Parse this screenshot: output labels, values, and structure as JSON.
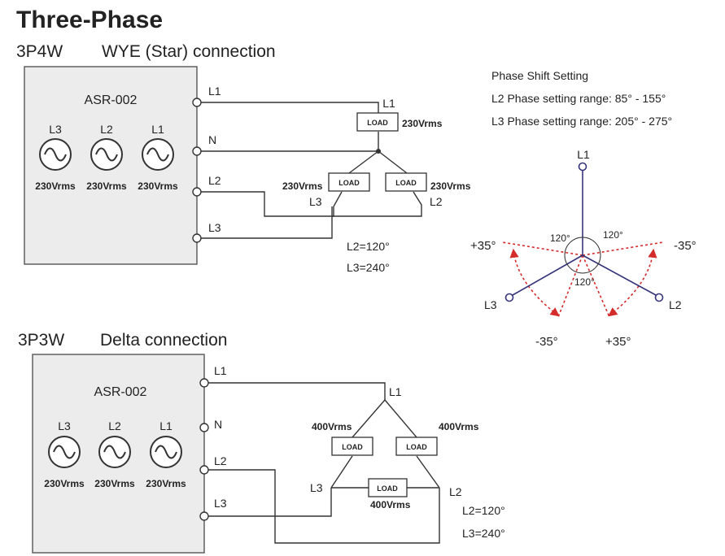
{
  "title": "Three-Phase",
  "wye": {
    "heading_code": "3P4W",
    "heading_text": "WYE (Star) connection",
    "model": "ASR-002",
    "sources": [
      {
        "label": "L3",
        "voltage": "230Vrms"
      },
      {
        "label": "L2",
        "voltage": "230Vrms"
      },
      {
        "label": "L1",
        "voltage": "230Vrms"
      }
    ],
    "terminals": [
      "L1",
      "N",
      "L2",
      "L3"
    ],
    "load_label": "LOAD",
    "load_l1_line": "L1",
    "load_l1_voltage": "230Vrms",
    "load_l3_voltage": "230Vrms",
    "load_l2_voltage": "230Vrms",
    "load_l3_line": "L3",
    "load_l2_line": "L2",
    "phase_note_1": "L2=120°",
    "phase_note_2": "L3=240°"
  },
  "phase_shift": {
    "title": "Phase Shift Setting",
    "line_1": "L2 Phase setting range: 85° - 155°",
    "line_2": "L3 Phase setting range: 205° - 275°",
    "diagram": {
      "l1": "L1",
      "l2": "L2",
      "l3": "L3",
      "angle_left": "120°",
      "angle_right": "120°",
      "angle_bottom": "120°",
      "plus_left": "+35°",
      "minus_right": "-35°",
      "minus_bottom": "-35°",
      "plus_bottom": "+35°"
    }
  },
  "delta": {
    "heading_code": "3P3W",
    "heading_text": "Delta connection",
    "model": "ASR-002",
    "sources": [
      {
        "label": "L3",
        "voltage": "230Vrms"
      },
      {
        "label": "L2",
        "voltage": "230Vrms"
      },
      {
        "label": "L1",
        "voltage": "230Vrms"
      }
    ],
    "terminals": [
      "L1",
      "N",
      "L2",
      "L3"
    ],
    "load_label": "LOAD",
    "node_l1": "L1",
    "node_l2": "L2",
    "node_l3": "L3",
    "voltage_left": "400Vrms",
    "voltage_right": "400Vrms",
    "voltage_bottom": "400Vrms",
    "phase_note_1": "L2=120°",
    "phase_note_2": "L3=240°"
  },
  "colors": {
    "panel_fill": "#ececec",
    "vector_line": "#35357a",
    "adjust_arrow": "#d42b2b"
  }
}
